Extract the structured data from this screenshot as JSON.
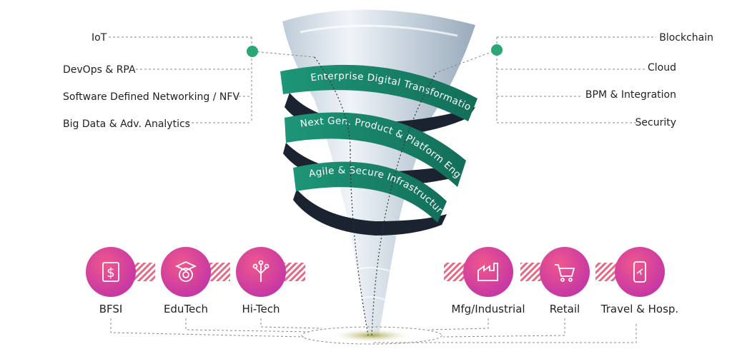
{
  "left_topics": [
    "IoT",
    "DevOps & RPA",
    "Software Defined Networking / NFV",
    "Big Data &  Adv. Analytics"
  ],
  "right_topics": [
    "Blockchain",
    "Cloud",
    "BPM & Integration",
    "Security"
  ],
  "bands": [
    "Enterprise Digital Transformation",
    "Next Gen. Product & Platform Engg.",
    "Agile & Secure Infrastructure"
  ],
  "industries": [
    {
      "label": "BFSI",
      "icon": "dollar-chip-icon"
    },
    {
      "label": "EduTech",
      "icon": "graduation-cap-gear-icon"
    },
    {
      "label": "Hi-Tech",
      "icon": "circuit-tree-icon"
    },
    {
      "label": "Mfg/Industrial",
      "icon": "factory-icon"
    },
    {
      "label": "Retail",
      "icon": "shopping-cart-icon"
    },
    {
      "label": "Travel & Hosp.",
      "icon": "phone-airplane-icon"
    }
  ],
  "colors": {
    "band_green": "#1a8a6e",
    "dot_green": "#2aa774",
    "industry_pink": "#e8417d",
    "industry_magenta": "#c93aa7",
    "hatch": "#e46a85"
  }
}
